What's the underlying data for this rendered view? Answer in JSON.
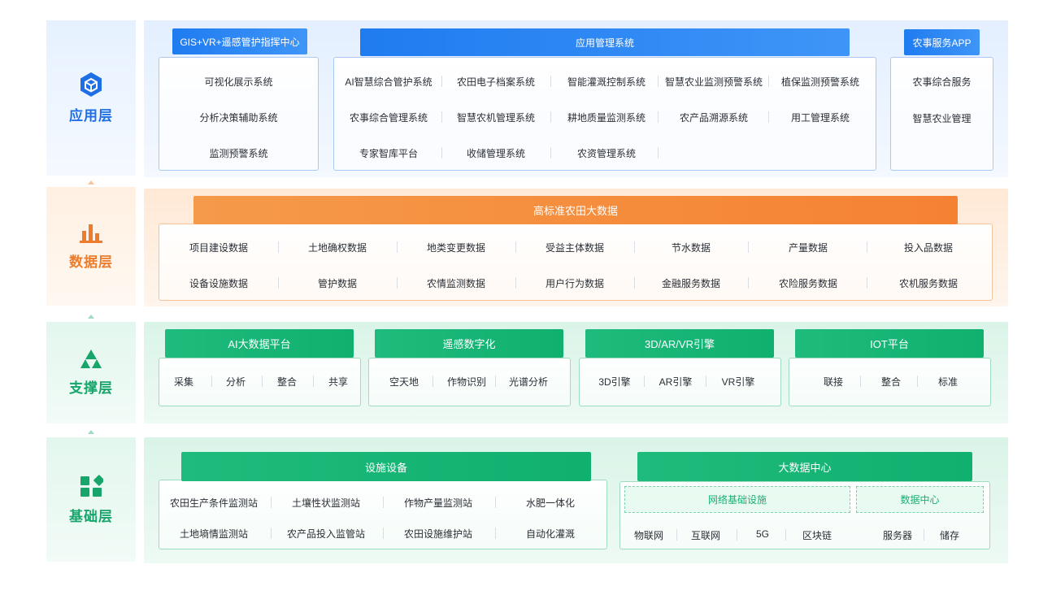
{
  "layers": {
    "app": {
      "label": "应用层",
      "icon": "cube-icon",
      "color": "#1e6fe6"
    },
    "data": {
      "label": "数据层",
      "icon": "bar-chart-icon",
      "color": "#ed7d2d"
    },
    "support": {
      "label": "支撑层",
      "icon": "triangles-icon",
      "color": "#17a56c"
    },
    "base": {
      "label": "基础层",
      "icon": "blocks-icon",
      "color": "#17a56c"
    }
  },
  "app": {
    "gis": {
      "title": "GIS+VR+遥感管护指挥中心",
      "items": [
        "可视化展示系统",
        "分析决策辅助系统",
        "监测预警系统"
      ]
    },
    "mgmt": {
      "title": "应用管理系统",
      "row1": [
        "AI智慧综合管护系统",
        "农田电子档案系统",
        "智能灌溉控制系统",
        "智慧农业监测预警系统",
        "植保监测预警系统"
      ],
      "row2": [
        "农事综合管理系统",
        "智慧农机管理系统",
        "耕地质量监测系统",
        "农产品溯源系统",
        "用工管理系统"
      ],
      "row3": [
        "专家智库平台",
        "收储管理系统",
        "农资管理系统"
      ]
    },
    "farm_app": {
      "title": "农事服务APP",
      "items": [
        "农事综合服务",
        "智慧农业管理"
      ]
    }
  },
  "data": {
    "title": "高标准农田大数据",
    "row1": [
      "项目建设数据",
      "土地确权数据",
      "地类变更数据",
      "受益主体数据",
      "节水数据",
      "产量数据",
      "投入品数据"
    ],
    "row2": [
      "设备设施数据",
      "管护数据",
      "农情监测数据",
      "用户行为数据",
      "金融服务数据",
      "农险服务数据",
      "农机服务数据"
    ]
  },
  "support": {
    "ai": {
      "title": "AI大数据平台",
      "items": [
        "采集",
        "分析",
        "整合",
        "共享"
      ]
    },
    "rs": {
      "title": "遥感数字化",
      "items": [
        "空天地",
        "作物识别",
        "光谱分析"
      ]
    },
    "engine": {
      "title": "3D/AR/VR引擎",
      "items": [
        "3D引擎",
        "AR引擎",
        "VR引擎"
      ]
    },
    "iot": {
      "title": "IOT平台",
      "items": [
        "联接",
        "整合",
        "标准"
      ]
    }
  },
  "base": {
    "facility": {
      "title": "设施设备",
      "row1": [
        "农田生产条件监测站",
        "土壤性状监测站",
        "作物产量监测站",
        "水肥一体化"
      ],
      "row2": [
        "土地墒情监测站",
        "农产品投入监管站",
        "农田设施维护站",
        "自动化灌溉"
      ]
    },
    "bigdata": {
      "title": "大数据中心",
      "network": "网络基础设施",
      "datacenter": "数据中心",
      "items": [
        "物联网",
        "互联网",
        "5G",
        "区块链",
        "服务器",
        "储存"
      ]
    }
  }
}
